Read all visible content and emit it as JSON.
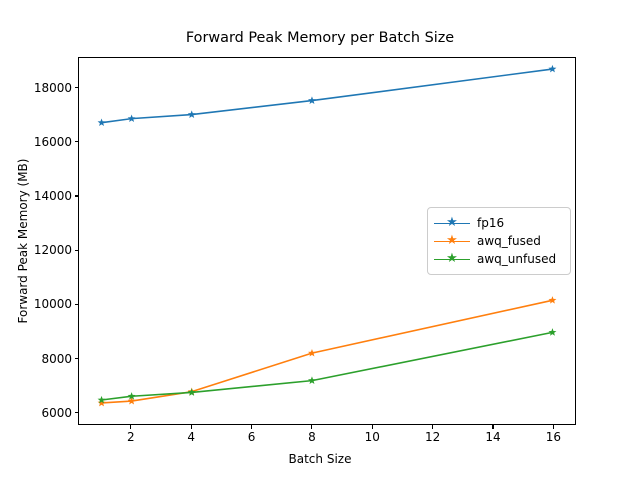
{
  "chart_data": {
    "type": "line",
    "title": "Forward Peak Memory per Batch Size",
    "xlabel": "Batch Size",
    "ylabel": "Forward Peak Memory (MB)",
    "x": [
      1,
      2,
      4,
      8,
      16
    ],
    "xlim": [
      0.25,
      16.75
    ],
    "ylim": [
      5550,
      19130
    ],
    "xticks": [
      2,
      4,
      6,
      8,
      10,
      12,
      14,
      16
    ],
    "xtick_labels": [
      "2",
      "4",
      "6",
      "8",
      "10",
      "12",
      "14",
      "16"
    ],
    "yticks": [
      6000,
      8000,
      10000,
      12000,
      14000,
      16000,
      18000
    ],
    "ytick_labels": [
      "6000",
      "8000",
      "10000",
      "12000",
      "14000",
      "16000",
      "18000"
    ],
    "grid": false,
    "legend_position": "center right",
    "marker": "star",
    "series": [
      {
        "name": "fp16",
        "color": "#1f77b4",
        "values": [
          16730,
          16880,
          17030,
          17550,
          18720
        ]
      },
      {
        "name": "awq_fused",
        "color": "#ff7f0e",
        "values": [
          6330,
          6400,
          6750,
          8180,
          10140
        ]
      },
      {
        "name": "awq_unfused",
        "color": "#2ca02c",
        "values": [
          6440,
          6580,
          6720,
          7160,
          8950
        ]
      }
    ]
  }
}
